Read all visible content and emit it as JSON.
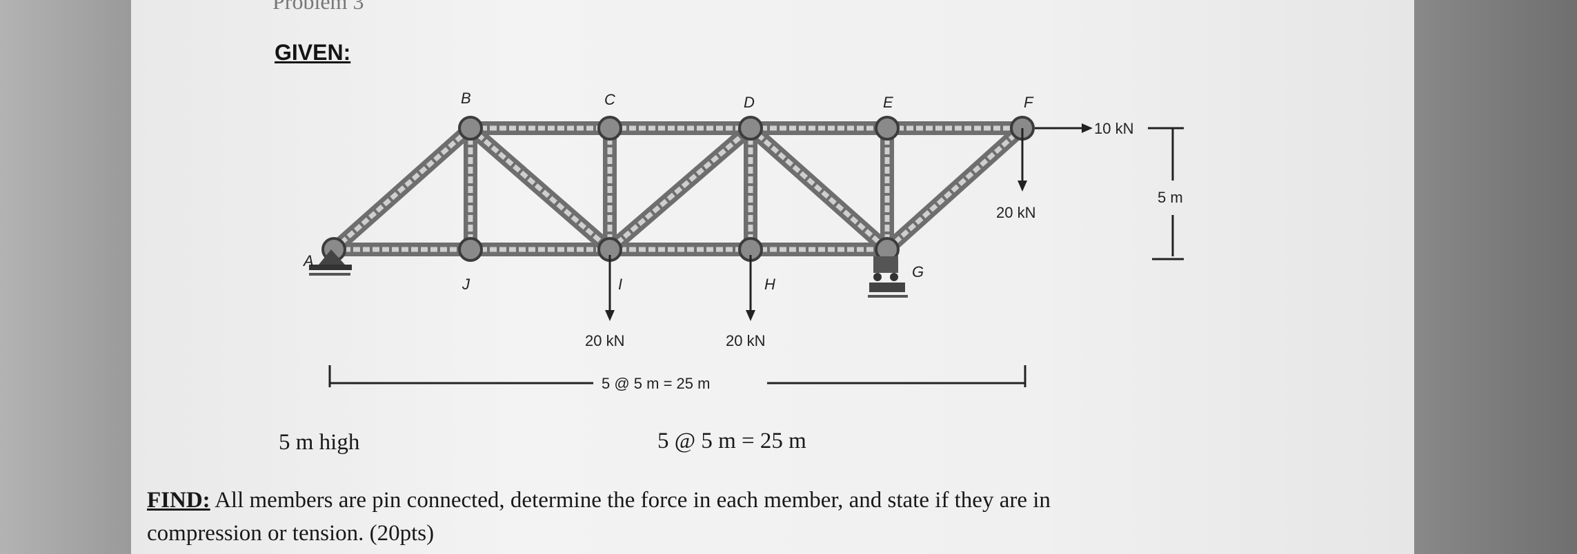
{
  "header": {
    "cut_title": "Problem 3",
    "given_label": "GIVEN:"
  },
  "truss": {
    "nodes": {
      "A": "A",
      "B": "B",
      "C": "C",
      "D": "D",
      "E": "E",
      "F": "F",
      "G": "G",
      "H": "H",
      "I": "I",
      "J": "J"
    },
    "loads": {
      "load_I": "20 kN",
      "load_H": "20 kN",
      "load_F_down": "20 kN",
      "load_F_horizontal": "10 kN"
    },
    "dimensions": {
      "height": "5 m",
      "span": "5 @ 5 m = 25 m"
    }
  },
  "captions": {
    "height_caption": "5 m high",
    "span_caption": "5 @ 5 m = 25 m"
  },
  "find": {
    "label": "FIND:",
    "text": " All members are pin connected, determine the force in each member, and state if they are in compression or tension. (20pts)"
  },
  "colors": {
    "member": "#6e6e6e",
    "member_light": "#cfcfcf",
    "ink": "#222222"
  }
}
